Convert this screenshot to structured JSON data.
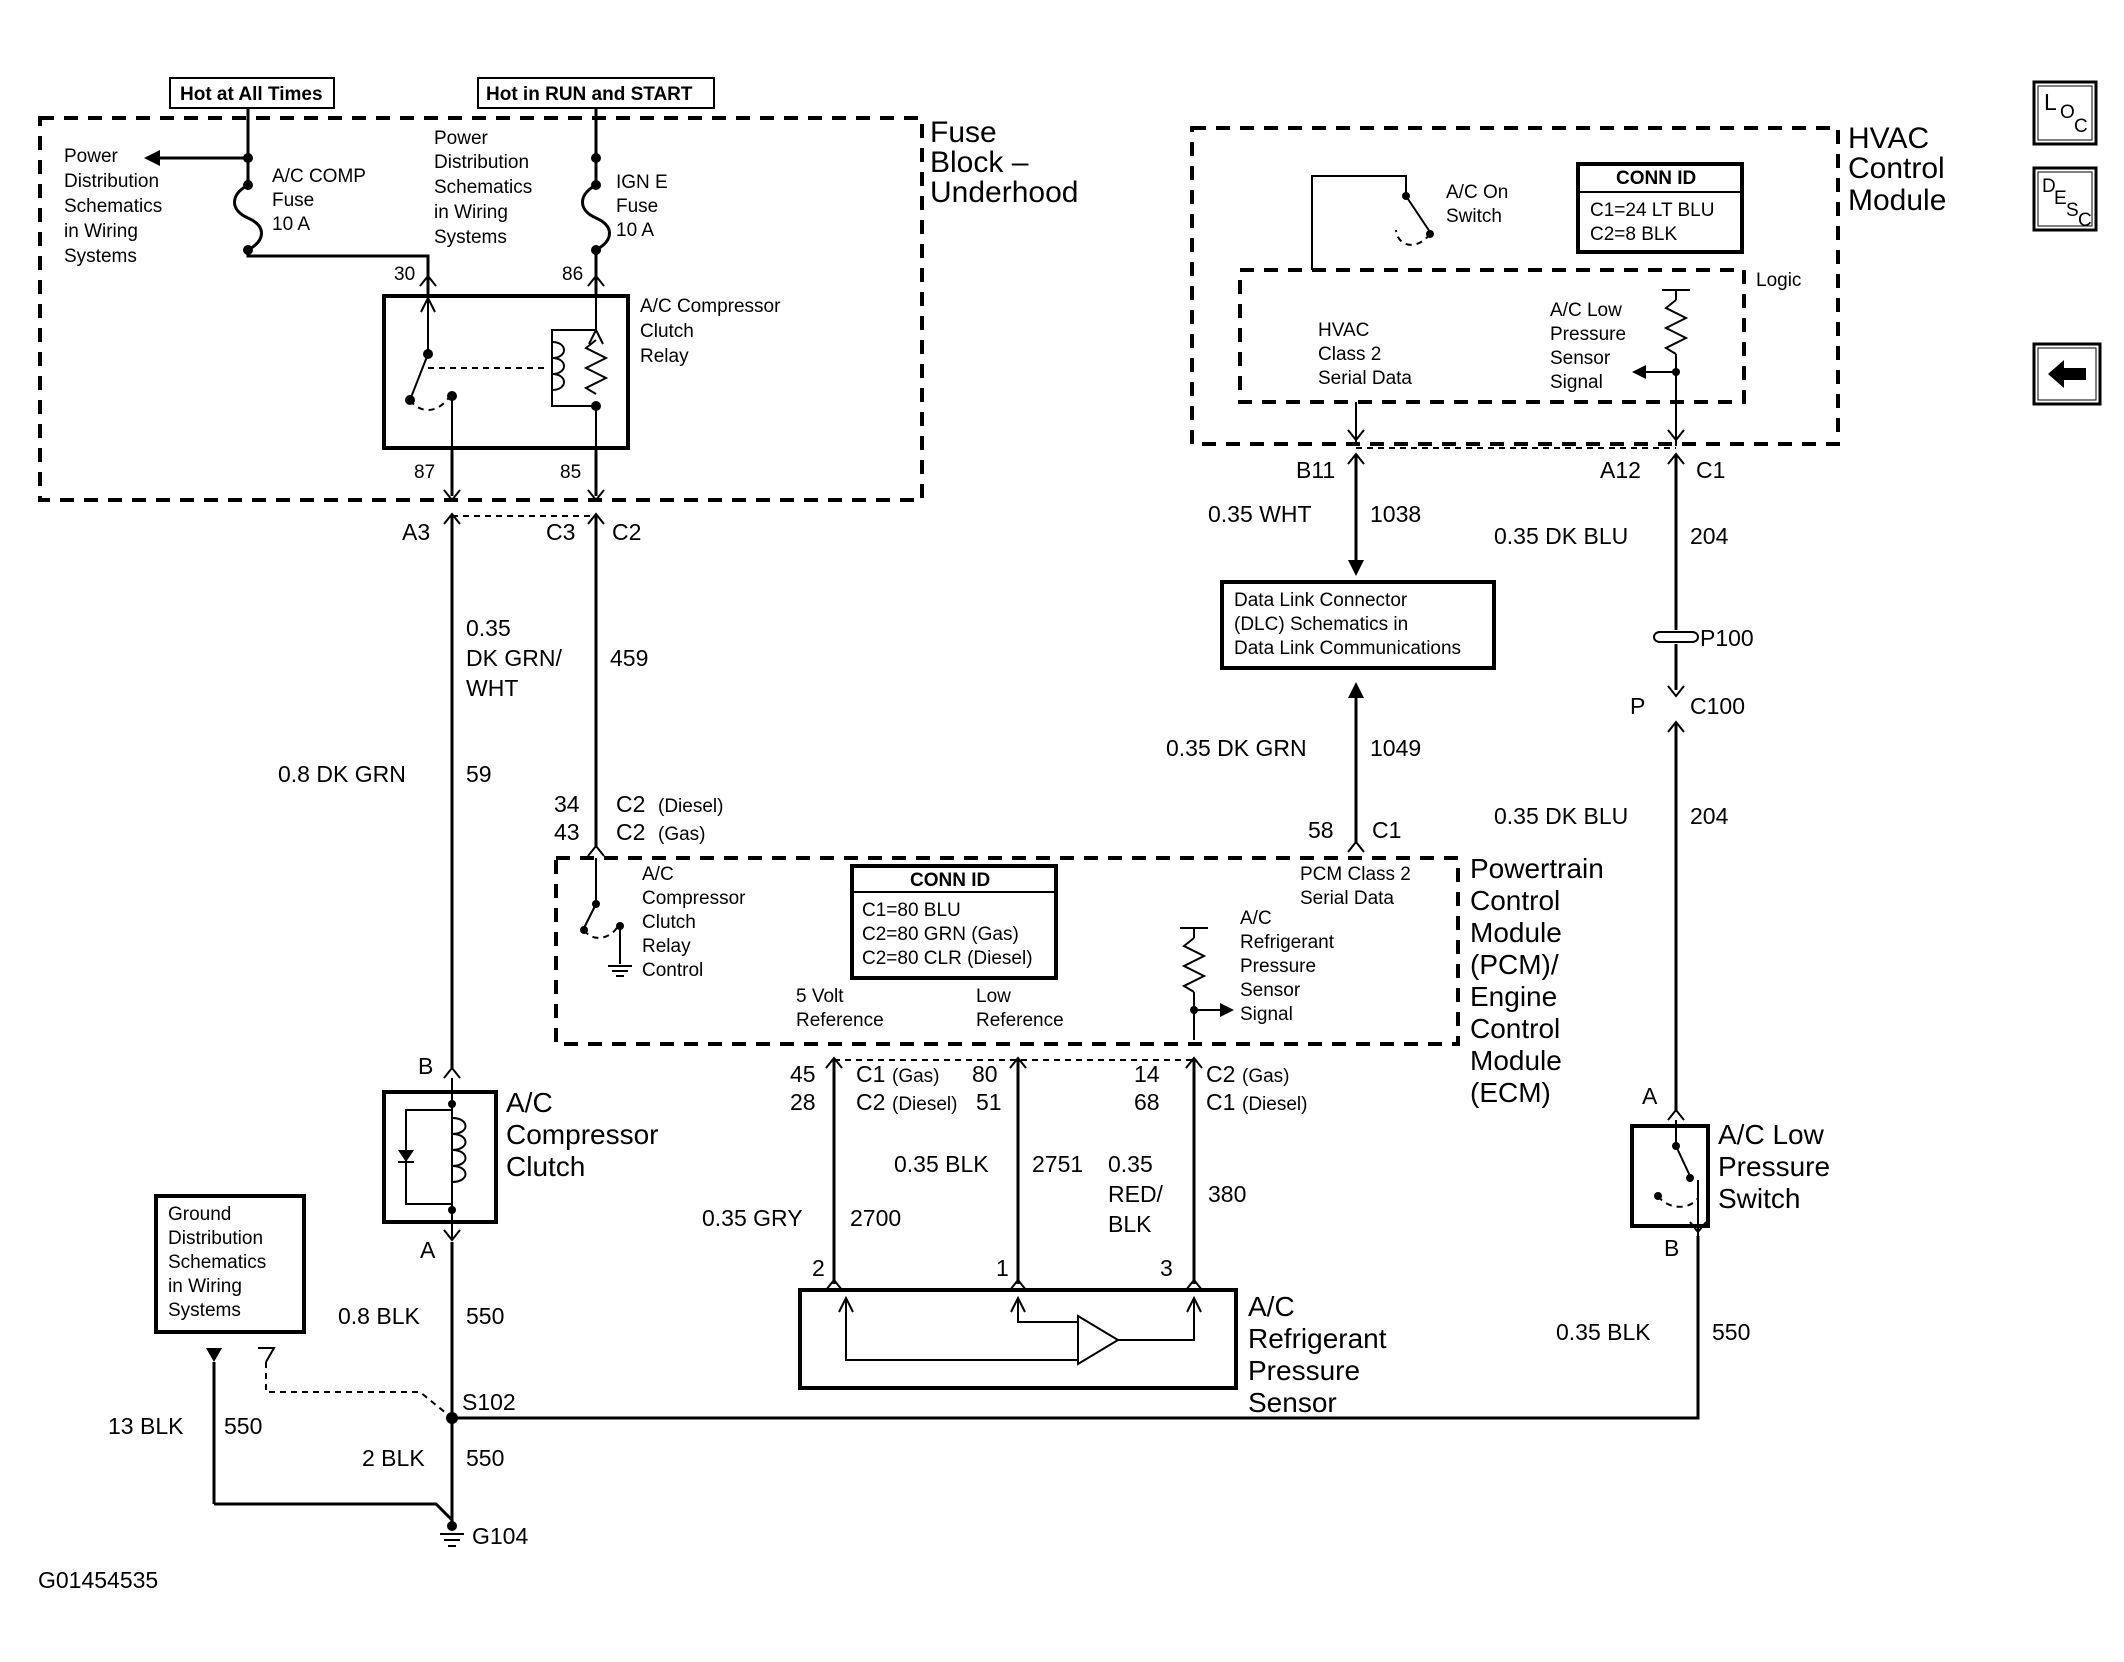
{
  "fuse_block": {
    "source_left": "Hot at All Times",
    "source_right": "Hot in RUN and START",
    "title": [
      "Fuse",
      "Block –",
      "Underhood"
    ],
    "pd_left": [
      "Power",
      "Distribution",
      "Schematics",
      "in Wiring",
      "Systems"
    ],
    "pd_right": [
      "Power",
      "Distribution",
      "Schematics",
      "in Wiring",
      "Systems"
    ],
    "fuse_left": [
      "A/C COMP",
      "Fuse",
      "10 A"
    ],
    "fuse_right": [
      "IGN E",
      "Fuse",
      "10 A"
    ],
    "pin30": "30",
    "pin86": "86",
    "pin87": "87",
    "pin85": "85",
    "relay": [
      "A/C Compressor",
      "Clutch",
      "Relay"
    ]
  },
  "hvac": {
    "title": [
      "HVAC",
      "Control",
      "Module"
    ],
    "ac_on_switch": [
      "A/C On",
      "Switch"
    ],
    "conn_id_title": "CONN ID",
    "conn_id_rows": [
      "C1=24 LT BLU",
      "C2=8 BLK"
    ],
    "logic": "Logic",
    "serial": [
      "HVAC",
      "Class 2",
      "Serial Data"
    ],
    "sensor_signal": [
      "A/C Low",
      "Pressure",
      "Sensor",
      "Signal"
    ],
    "pin_b11": "B11",
    "pin_a12": "A12",
    "pin_c1": "C1"
  },
  "dlc": {
    "lines": [
      "Data Link Connector",
      "(DLC) Schematics in",
      "Data Link Communications"
    ],
    "wire_top": "0.35 WHT",
    "circ_top": "1038",
    "wire_bottom": "0.35 DK GRN",
    "circ_bottom": "1049",
    "pin58": "58",
    "pin_c1": "C1"
  },
  "left_wires": {
    "a3": "A3",
    "c3": "C3",
    "c2": "C2",
    "w_mid": [
      "0.35",
      "DK GRN/",
      "WHT"
    ],
    "c459": "459",
    "w59": "0.8 DK GRN",
    "c59": "59",
    "p34": "34",
    "p43": "43",
    "c2_top": "C2",
    "c2_bot": "C2",
    "diesel": "(Diesel)",
    "gas": "(Gas)"
  },
  "pcm": {
    "title": [
      "Powertrain",
      "Control",
      "Module",
      "(PCM)/",
      "Engine",
      "Control",
      "Module",
      "(ECM)"
    ],
    "relay_control": [
      "A/C",
      "Compressor",
      "Clutch",
      "Relay",
      "Control"
    ],
    "conn_id_title": "CONN ID",
    "conn_id_rows": [
      "C1=80 BLU",
      "C2=80 GRN (Gas)",
      "C2=80 CLR (Diesel)"
    ],
    "class2": [
      "PCM Class 2",
      "Serial Data"
    ],
    "sensor_signal": [
      "A/C",
      "Refrigerant",
      "Pressure",
      "Sensor",
      "Signal"
    ],
    "ref5v": [
      "5 Volt",
      "Reference"
    ],
    "lowref": [
      "Low",
      "Reference"
    ]
  },
  "pcm_pins": {
    "p45": "45",
    "p28": "28",
    "p80": "80",
    "p51": "51",
    "p14": "14",
    "p68": "68",
    "c1": "C1",
    "c2": "C2",
    "c2b": "C2",
    "c1b": "C1",
    "gas": "(Gas)",
    "diesel": "(Diesel)"
  },
  "sensor_wires": {
    "w2700": "0.35 GRY",
    "c2700": "2700",
    "w2751": "0.35 BLK",
    "c2751": "2751",
    "w380": [
      "0.35",
      "RED/",
      "BLK"
    ],
    "c380": "380",
    "pin2": "2",
    "pin1": "1",
    "pin3": "3"
  },
  "sensor": [
    "A/C",
    "Refrigerant",
    "Pressure",
    "Sensor"
  ],
  "clutch": {
    "label": [
      "A/C",
      "Compressor",
      "Clutch"
    ],
    "pin_b": "B",
    "pin_a": "A"
  },
  "ground": {
    "box": [
      "Ground",
      "Distribution",
      "Schematics",
      "in Wiring",
      "Systems"
    ],
    "w08": "0.8 BLK",
    "c08": "550",
    "s102": "S102",
    "w13": "13 BLK",
    "c13": "550",
    "w2": "2 BLK",
    "c2": "550",
    "g104": "G104"
  },
  "right_wires": {
    "w204a": "0.35 DK BLU",
    "c204a": "204",
    "p100": "P100",
    "p": "P",
    "c100": "C100",
    "w204b": "0.35 DK BLU",
    "c204b": "204",
    "pin_a": "A",
    "pin_b": "B",
    "w550": "0.35 BLK",
    "c550": "550"
  },
  "lp_switch": [
    "A/C Low",
    "Pressure",
    "Switch"
  ],
  "side": {
    "loc": [
      "L",
      "O",
      "C"
    ],
    "desc": [
      "D",
      "E",
      "S",
      "C"
    ],
    "back_glyph": "🡄"
  },
  "figure_id": "G01454535"
}
